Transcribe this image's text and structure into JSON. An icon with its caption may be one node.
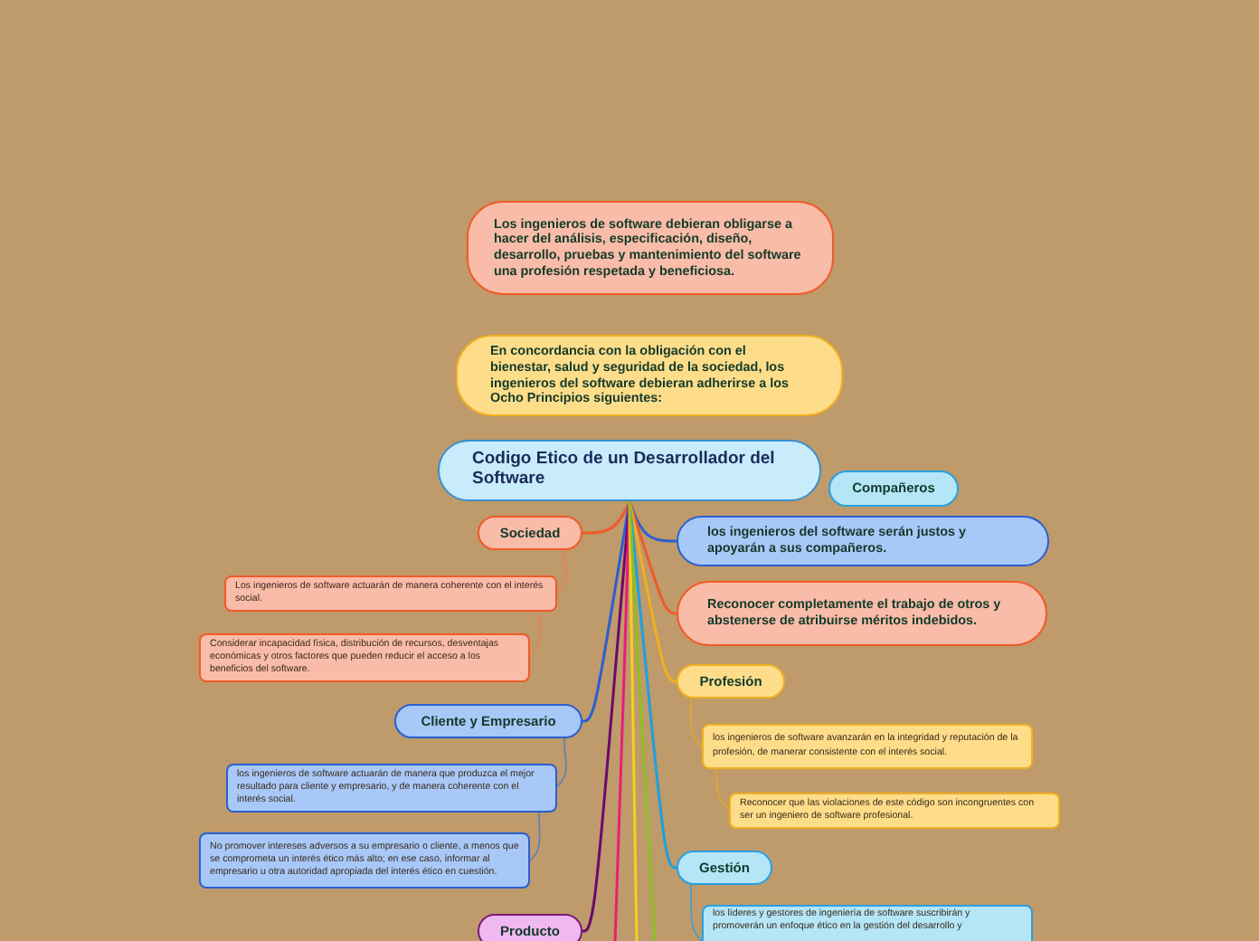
{
  "diagram": {
    "nodes": [
      {
        "text": [
          "Los ingenieros de software debieran obligarse a hacer del análisis, especificación, diseño, desarrollo, pruebas y mantenimiento del software una profesión respetada y beneficiosa."
        ]
      },
      {
        "text": [
          "En concordancia con la obligación con el bienestar, salud y seguridad de la sociedad, los ingenieros del software debieran adherirse a los Ocho Principios siguientes:"
        ]
      },
      {
        "text": [
          "Codigo Etico de un Desarrollador del Software"
        ]
      },
      {
        "text": [
          "Compañeros"
        ]
      },
      {
        "text": [
          "Sociedad"
        ]
      },
      {
        "text": [
          "los ingenieros del software serán justos y apoyarán a sus compañeros."
        ]
      },
      {
        "text": [
          "Los ingenieros de software actuarán de manera coherente con el interés social."
        ]
      },
      {
        "text": [
          "Considerar incapacidad física, distribución de recursos, desventajas económicas y otros factores que pueden reducir el acceso a los beneficios del software."
        ]
      },
      {
        "text": [
          "Reconocer completamente el trabajo de otros y abstenerse de atribuirse méritos indebidos."
        ]
      },
      {
        "text": [
          "Profesión"
        ]
      },
      {
        "text": [
          "Cliente y Empresario"
        ]
      },
      {
        "text": [
          "los ingenieros de software avanzarán en la integridad y reputación de la profesión, de manerar consistente con el interés social."
        ]
      },
      {
        "text": [
          "Reconocer que las violaciones de este código son incongruentes con ser un ingeniero de software profesional."
        ]
      },
      {
        "text": [
          "los ingenieros de software actuarán de manera que produzca el mejor resultado para cliente y empresario, y de manera coherente con el interés social."
        ]
      },
      {
        "text": [
          "No promover intereses adversos a su empresario o cliente, a menos que se comprometa un interés ético más alto; en ese caso, informar al empresario u otra autoridad apropiada del interés ético en cuestión."
        ]
      },
      {
        "text": [
          "Gestión"
        ]
      },
      {
        "text": [
          "Producto"
        ]
      },
      {
        "text": [
          "los líderes y gestores de ingeniería de software suscribirán y promoverán un enfoque ético en la gestión del desarrollo y"
        ]
      }
    ],
    "edges": [
      {
        "from": 2,
        "to": 4,
        "arrow": "none",
        "color": "#f05a28"
      },
      {
        "from": 2,
        "to": 5,
        "arrow": "none",
        "color": "#2a5fd0"
      },
      {
        "from": 2,
        "to": 8,
        "arrow": "none",
        "color": "#f05a28"
      },
      {
        "from": 2,
        "to": 9,
        "arrow": "none",
        "color": "#f0b020"
      },
      {
        "from": 2,
        "to": 10,
        "arrow": "none",
        "color": "#2a5fd0"
      },
      {
        "from": 2,
        "to": 15,
        "arrow": "none",
        "color": "#1ea0e0"
      },
      {
        "from": 2,
        "to": 16,
        "arrow": "none",
        "color": "#6a0a6a"
      },
      {
        "from": 2,
        "to": null,
        "arrow": "none",
        "color": "#e81e78"
      },
      {
        "from": 2,
        "to": null,
        "arrow": "none",
        "color": "#f5d020"
      },
      {
        "from": 2,
        "to": null,
        "arrow": "none",
        "color": "#8cc020"
      },
      {
        "from": 4,
        "to": 6,
        "arrow": "none",
        "color": "#e8825a"
      },
      {
        "from": 6,
        "to": 7,
        "arrow": "none",
        "color": "#e8825a"
      },
      {
        "from": 10,
        "to": 13,
        "arrow": "none",
        "color": "#5a82b8"
      },
      {
        "from": 13,
        "to": 14,
        "arrow": "none",
        "color": "#5a82b8"
      },
      {
        "from": 9,
        "to": 11,
        "arrow": "none",
        "color": "#e0a830"
      },
      {
        "from": 11,
        "to": 12,
        "arrow": "none",
        "color": "#e0a830"
      },
      {
        "from": 15,
        "to": 17,
        "arrow": "none",
        "color": "#3aa0d0"
      }
    ]
  }
}
